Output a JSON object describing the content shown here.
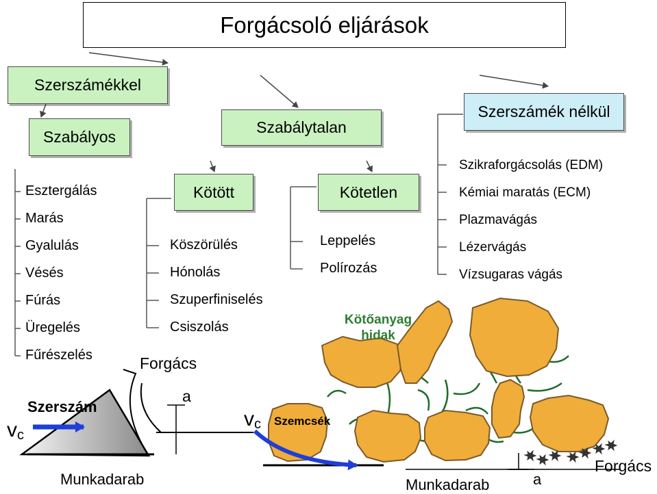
{
  "title": "Forgácsoló eljárások",
  "boxes": {
    "with_tools": "Szerszámékkel",
    "regular": "Szabályos",
    "irregular": "Szabálytalan",
    "without_tools": "Szerszámék nélkül",
    "bonded": "Kötött",
    "unbonded": "Kötetlen"
  },
  "regular_methods": [
    "Esztergálás",
    "Marás",
    "Gyalulás",
    "Vésés",
    "Fúrás",
    "Üregelés",
    "Fűrészelés"
  ],
  "bonded_methods": [
    "Köszörülés",
    "Hónolás",
    "Szuperfiniselés",
    "Csiszolás"
  ],
  "unbonded_methods": [
    "Leppelés",
    "Polírozás"
  ],
  "toolless_methods": [
    "Szikraforgácsolás (EDM)",
    "Kémiai maratás (ECM)",
    "Plazmavágás",
    "Lézervágás",
    "Vízsugaras vágás"
  ],
  "left_sketch": {
    "tool": "Szerszám",
    "chip": "Forgács",
    "depth": "a",
    "workpiece": "Munkadarab",
    "velocity": "v",
    "velocity_sub": "c"
  },
  "right_sketch": {
    "bonding_bridges": "Kötőanyag hidak",
    "grains": "Szemcsék",
    "velocity": "v",
    "velocity_sub": "c",
    "workpiece": "Munkadarab",
    "depth": "a",
    "chip": "Forgács"
  },
  "colors": {
    "box_green": "#c9f2c0",
    "box_blue": "#cdeef6",
    "grain": "#f0ad3a",
    "bridge": "#1f6b2a",
    "arrow_blue": "#1e3fd8",
    "bridge_label": "#2e7d32"
  }
}
